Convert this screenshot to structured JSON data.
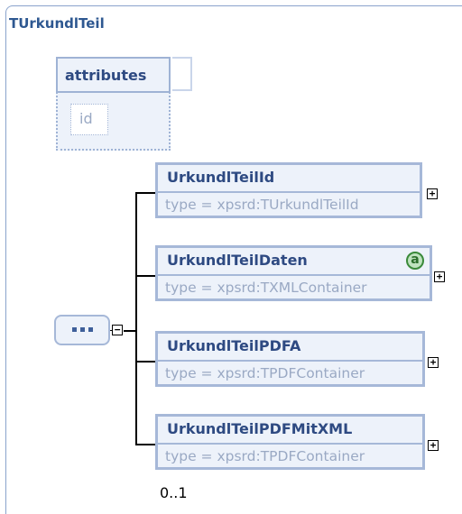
{
  "type_name": "TUrkundlTeil",
  "attributes": {
    "header": "attributes",
    "items": [
      "id"
    ]
  },
  "sequence": {
    "collapse_symbol": "−",
    "occurs": "0..1"
  },
  "elements": [
    {
      "name": "UrkundlTeilId",
      "type": "type = xpsrd:TUrkundlTeilId",
      "has_annotation": false
    },
    {
      "name": "UrkundlTeilDaten",
      "type": "type = xpsrd:TXMLContainer",
      "has_annotation": true
    },
    {
      "name": "UrkundlTeilPDFA",
      "type": "type = xpsrd:TPDFContainer",
      "has_annotation": false
    },
    {
      "name": "UrkundlTeilPDFMitXML",
      "type": "type = xpsrd:TPDFContainer",
      "has_annotation": false
    }
  ],
  "annotation_icon": "a",
  "expand_symbol": "+",
  "colors": {
    "title": "#2e5891",
    "box_fill": "#edf2fa",
    "box_border": "#a6b8d8",
    "muted_text": "#9aa9c4",
    "annotation_green": "#3a8a3a"
  }
}
